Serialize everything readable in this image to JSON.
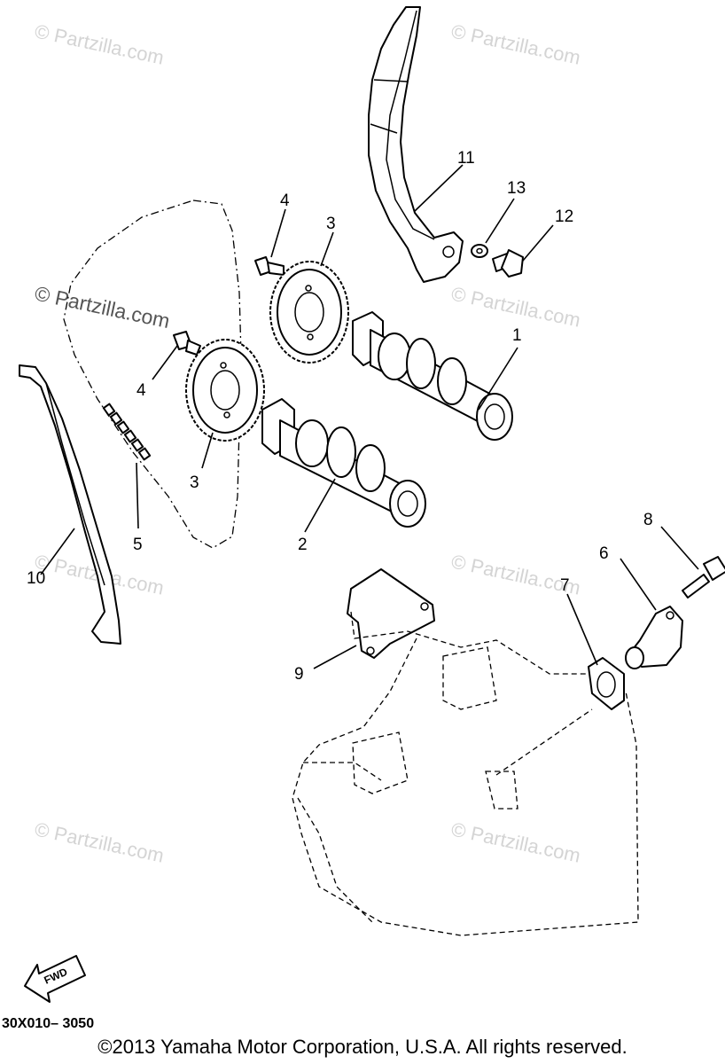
{
  "watermarks": [
    "© Partzilla.com",
    "© Partzilla.com",
    "© Partzilla.com",
    "© Partzilla.com",
    "© Partzilla.com",
    "© Partzilla.com",
    "© Partzilla.com",
    "© Partzilla.com"
  ],
  "callouts": [
    {
      "id": "c1",
      "text": "1"
    },
    {
      "id": "c2",
      "text": "2"
    },
    {
      "id": "c3a",
      "text": "3"
    },
    {
      "id": "c3b",
      "text": "3"
    },
    {
      "id": "c4a",
      "text": "4"
    },
    {
      "id": "c4b",
      "text": "4"
    },
    {
      "id": "c5",
      "text": "5"
    },
    {
      "id": "c6",
      "text": "6"
    },
    {
      "id": "c7",
      "text": "7"
    },
    {
      "id": "c8",
      "text": "8"
    },
    {
      "id": "c9",
      "text": "9"
    },
    {
      "id": "c10",
      "text": "10"
    },
    {
      "id": "c11",
      "text": "11"
    },
    {
      "id": "c12",
      "text": "12"
    },
    {
      "id": "c13",
      "text": "13"
    }
  ],
  "fwd_label": "FWD",
  "diagram_code": "30X010– 3050",
  "copyright": "©2013 Yamaha Motor Corporation, U.S.A. All rights reserved."
}
